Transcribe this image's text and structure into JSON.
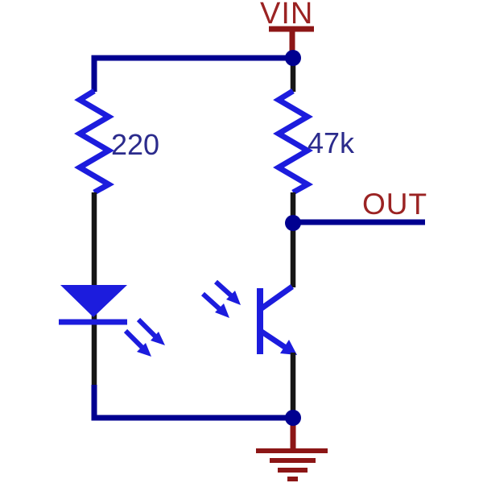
{
  "schematic": {
    "labels": {
      "vin": "VIN",
      "out": "OUT"
    },
    "resistors": [
      {
        "id": "r1",
        "value": "220"
      },
      {
        "id": "r2",
        "value": "47k"
      }
    ],
    "symbols": [
      "power-rail-symbol",
      "resistor-symbol",
      "led-symbol",
      "phototransistor-symbol",
      "earth-ground-symbol",
      "junction-dot"
    ],
    "colors": {
      "background": "#ffffff",
      "wire-navy": "#000090",
      "wire-black": "#161616",
      "component-blue": "#1c1cdd",
      "rail-red": "#8c1616",
      "label-red": "#9b2323",
      "value-navy": "#2b2b8c"
    }
  }
}
